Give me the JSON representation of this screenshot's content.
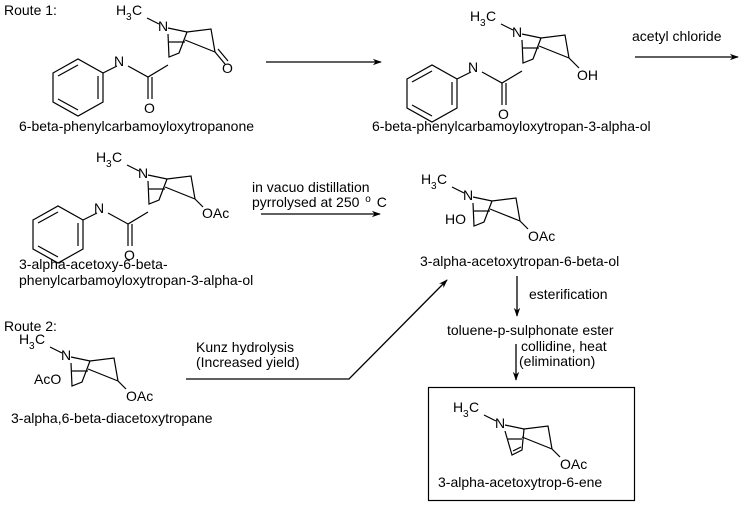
{
  "title": "Synthesis routes to 3-alpha-acetoxytrop-6-ene",
  "colors": {
    "ink": "#000000",
    "background": "#ffffff"
  },
  "routes": {
    "route1_label": "Route 1:",
    "route2_label": "Route 2:"
  },
  "atoms": {
    "methyl_H": "H",
    "methyl_sub": "3",
    "methyl_C": "C",
    "nitrogen": "N",
    "oxygen": "O",
    "hydroxyl": "OH",
    "hydroxyl_left": "HO",
    "acetoxy": "OAc",
    "acetoxy_left": "AcO"
  },
  "compounds": [
    {
      "id": "c1",
      "name": "6-beta-phenylcarbamoyloxytropanone"
    },
    {
      "id": "c2",
      "name": "6-beta-phenylcarbamoyloxytropan-3-alpha-ol"
    },
    {
      "id": "c3",
      "name_line1": "3-alpha-acetoxy-6-beta-",
      "name_line2": "phenylcarbamoyloxytropan-3-alpha-ol"
    },
    {
      "id": "c4",
      "name": "3-alpha-acetoxytropan-6-beta-ol"
    },
    {
      "id": "c5",
      "name": "3-alpha,6-beta-diacetoxytropane"
    },
    {
      "id": "c6",
      "name": "toluene-p-sulphonate ester"
    },
    {
      "id": "c7",
      "name": "3-alpha-acetoxytrop-6-ene",
      "boxed": true
    }
  ],
  "reactions": [
    {
      "id": "r1",
      "from": "c1",
      "to": "c2",
      "conditions": []
    },
    {
      "id": "r2",
      "from": "c2",
      "to": "c3",
      "conditions": [
        "acetyl chloride"
      ]
    },
    {
      "id": "r3",
      "from": "c3",
      "to": "c4",
      "conditions": [
        "in vacuo distillation",
        "pyrrolysed at 250",
        "o",
        "C"
      ]
    },
    {
      "id": "r4",
      "from": "c5",
      "to": "c4",
      "conditions": [
        "Kunz hydrolysis",
        "(Increased yield)"
      ]
    },
    {
      "id": "r5",
      "from": "c4",
      "to": "c6",
      "conditions": [
        "esterification"
      ]
    },
    {
      "id": "r6",
      "from": "c6",
      "to": "c7",
      "conditions": [
        "collidine, heat",
        "(elimination)"
      ]
    }
  ]
}
